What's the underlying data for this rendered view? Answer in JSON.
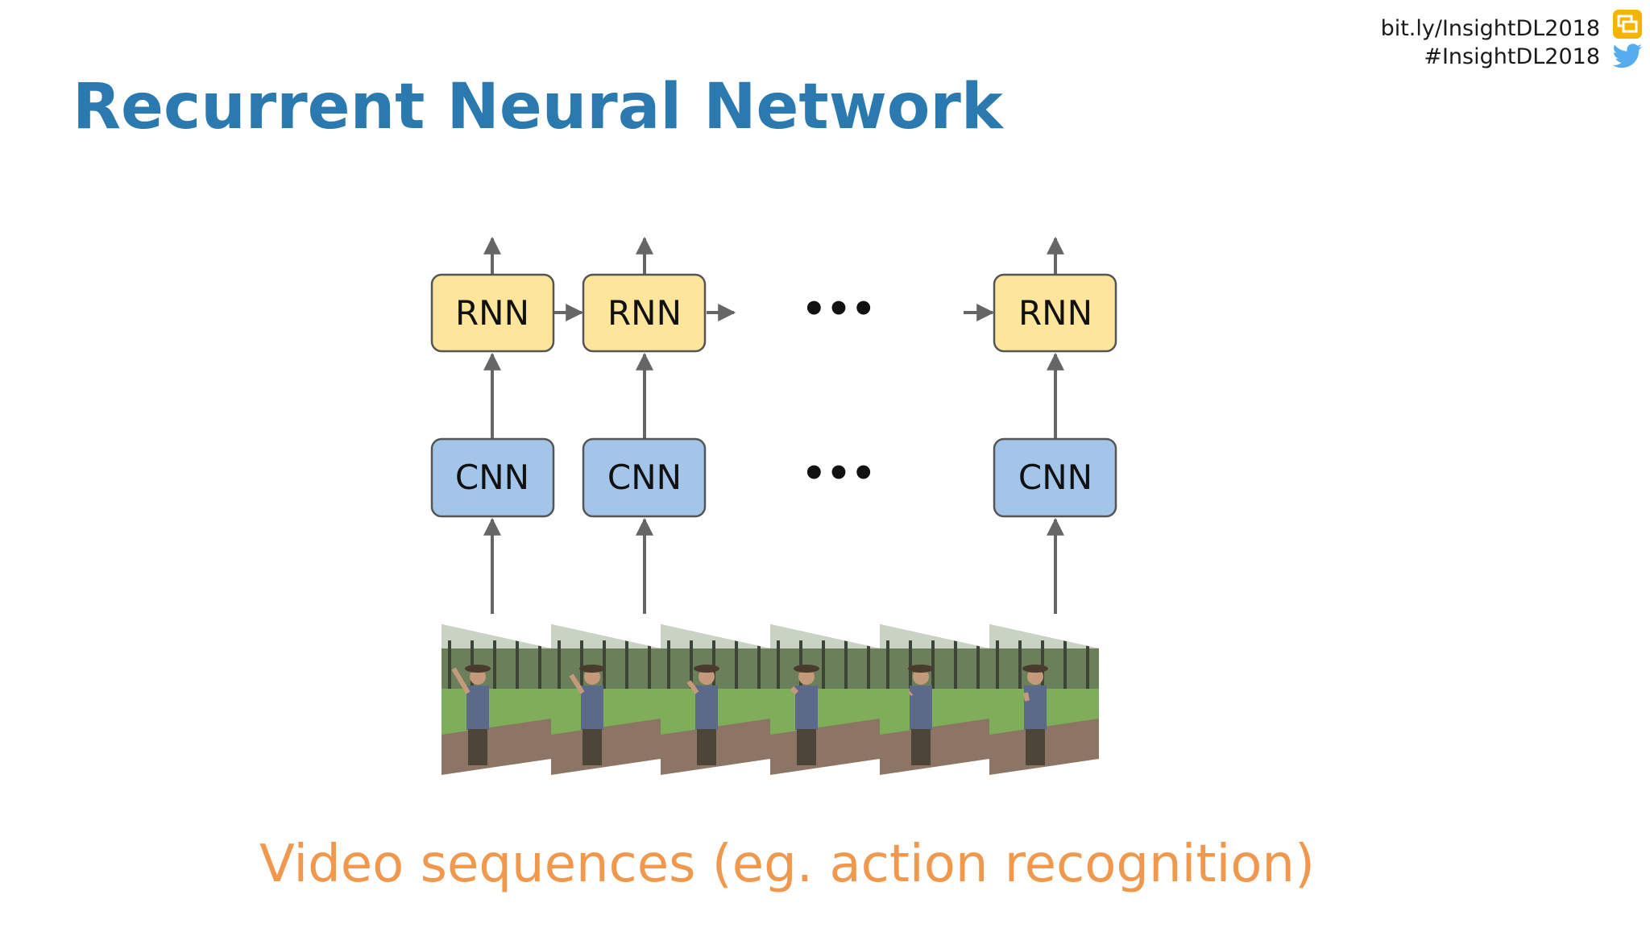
{
  "slide": {
    "title": "Recurrent Neural Network",
    "link": "bit.ly/InsightDL2018",
    "hashtag": "#InsightDL2018",
    "caption": "Video sequences (eg. action recognition)",
    "icons": [
      "slides-icon",
      "twitter-icon"
    ]
  },
  "diagram": {
    "rnn_labels": [
      "RNN",
      "RNN",
      "RNN"
    ],
    "cnn_labels": [
      "CNN",
      "CNN",
      "CNN"
    ],
    "ellipsis": "•••",
    "frame_count": 6,
    "colors": {
      "rnn_fill": "#fde59b",
      "cnn_fill": "#a3c5ea",
      "arrow": "#666666",
      "title": "#2a7ab0",
      "caption": "#f0994e"
    }
  }
}
